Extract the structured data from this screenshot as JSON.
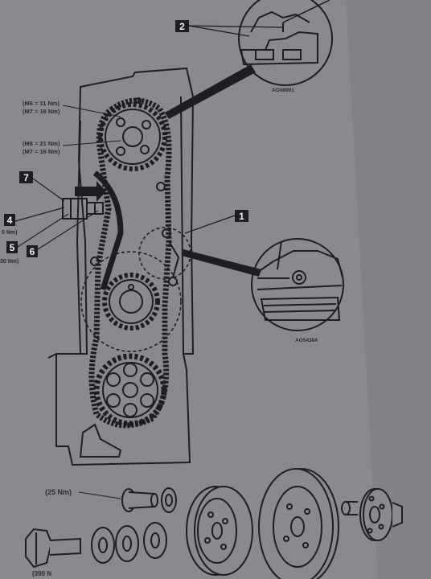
{
  "colors": {
    "page": "#8a898f",
    "line": "#1e1e22",
    "callout_bg": "#1e1e22",
    "callout_text": "#f0f0f0"
  },
  "torque_upper": [
    "(M6 = 11 Nm)",
    "(M7 = 16 Nm)"
  ],
  "torque_lower": [
    "(M8 = 21 Nm)",
    "(M7 = 16 Nm)"
  ],
  "callouts": {
    "c1": "1",
    "c2": "2",
    "c4": "4",
    "c5": "5",
    "c6": "6",
    "c7": "7"
  },
  "partial_labels": {
    "nm_4": "0 Nm)",
    "nm_5": "30 Nm)"
  },
  "detail_codes": {
    "top": "AO49991",
    "right": "AO54384"
  },
  "bolt_torque": "(25 Nm)",
  "bottom_partial": "(390 N"
}
